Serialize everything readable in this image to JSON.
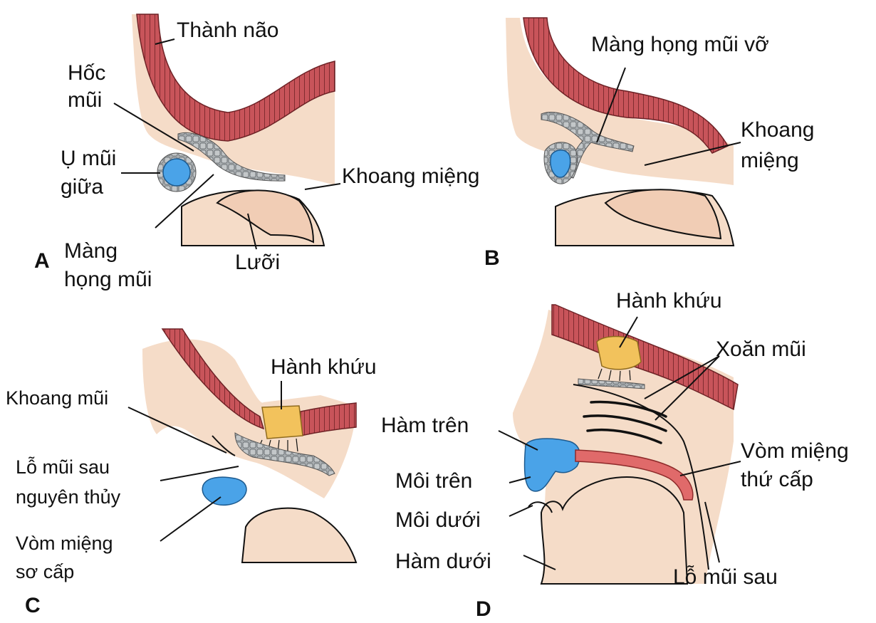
{
  "colors": {
    "tissue": "#f5dcc8",
    "brain_wall": "#c8545a",
    "epithelium": "#9aa0a4",
    "nasal_prominence": "#4aa3e8",
    "olfactory_bulb": "#f2c25c",
    "palate": "#e06a6a"
  },
  "panels": {
    "A": {
      "letter": "A",
      "thanh_nao": "Thành não",
      "hoc_mui_1": "Hốc",
      "hoc_mui_2": "mũi",
      "u_mui_1": "Ụ mũi",
      "u_mui_2": "giữa",
      "khoang_mieng": "Khoang miệng",
      "mang_1": "Màng",
      "mang_2": "họng mũi",
      "luoi": "Lưỡi"
    },
    "B": {
      "letter": "B",
      "mang_vo": "Màng họng mũi vỡ",
      "khoang_1": "Khoang",
      "khoang_2": "miệng"
    },
    "C": {
      "letter": "C",
      "hanh_khuu": "Hành khứu",
      "khoang_mui": "Khoang mũi",
      "lo_1": "Lỗ mũi sau",
      "lo_2": "nguyên thủy",
      "vom_1": "Vòm miệng",
      "vom_2": "sơ cấp"
    },
    "D": {
      "letter": "D",
      "hanh_khuu": "Hành khứu",
      "xoan_mui": "Xoăn mũi",
      "ham_tren": "Hàm trên",
      "vom_1": "Vòm miệng",
      "vom_2": "thứ cấp",
      "moi_tren": "Môi trên",
      "moi_duoi": "Môi dưới",
      "ham_duoi": "Hàm dưới",
      "lo_mui_sau": "Lỗ mũi sau"
    }
  }
}
